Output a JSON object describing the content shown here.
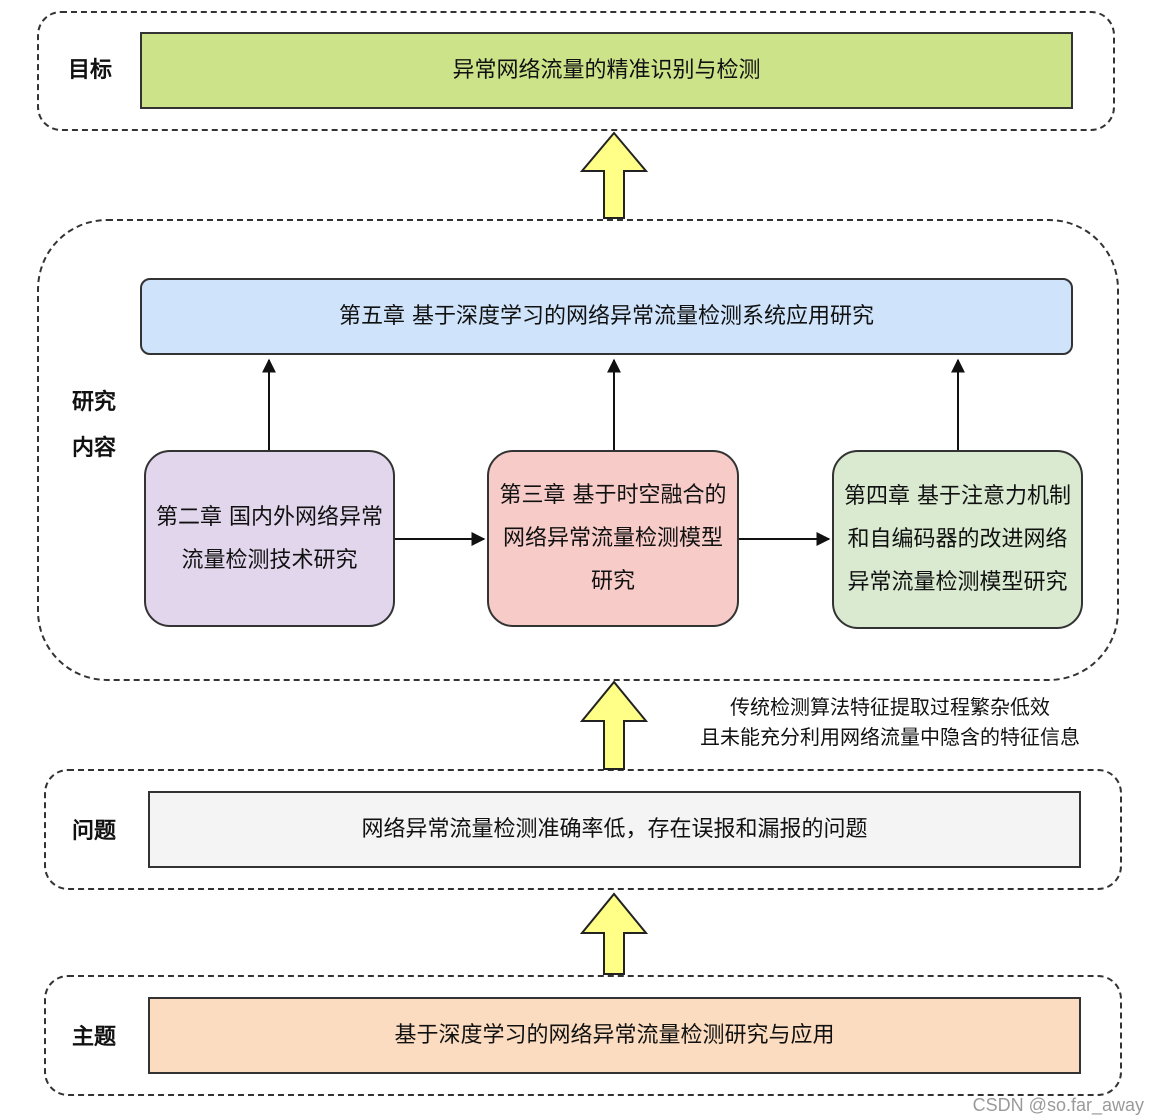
{
  "goal": {
    "label": "目标",
    "text": "异常网络流量的精准识别与检测"
  },
  "research": {
    "label": "研究\n内容",
    "ch5": "第五章  基于深度学习的网络异常流量检测系统应用研究",
    "ch2": "第二章  国内外网络异常流量检测技术研究",
    "ch3": "第三章  基于时空融合的网络异常流量检测模型研究",
    "ch4": "第四章  基于注意力机制和自编码器的改进网络异常流量检测模型研究"
  },
  "note": "传统检测算法特征提取过程繁杂低效\n且未能充分利用网络流量中隐含的特征信息",
  "problem": {
    "label": "问题",
    "text": "网络异常流量检测准确率低，存在误报和漏报的问题"
  },
  "topic": {
    "label": "主题",
    "text": "基于深度学习的网络异常流量检测研究与应用"
  },
  "watermark": "CSDN @so.far_away",
  "colors": {
    "goal": "#cce38a",
    "ch5": "#cfe3fb",
    "ch2": "#e2d6ec",
    "ch3": "#f6cbc8",
    "ch4": "#d9ead1",
    "problem": "#f4f4f4",
    "topic": "#fbdcc0",
    "big_arrow": "#ffff88"
  }
}
